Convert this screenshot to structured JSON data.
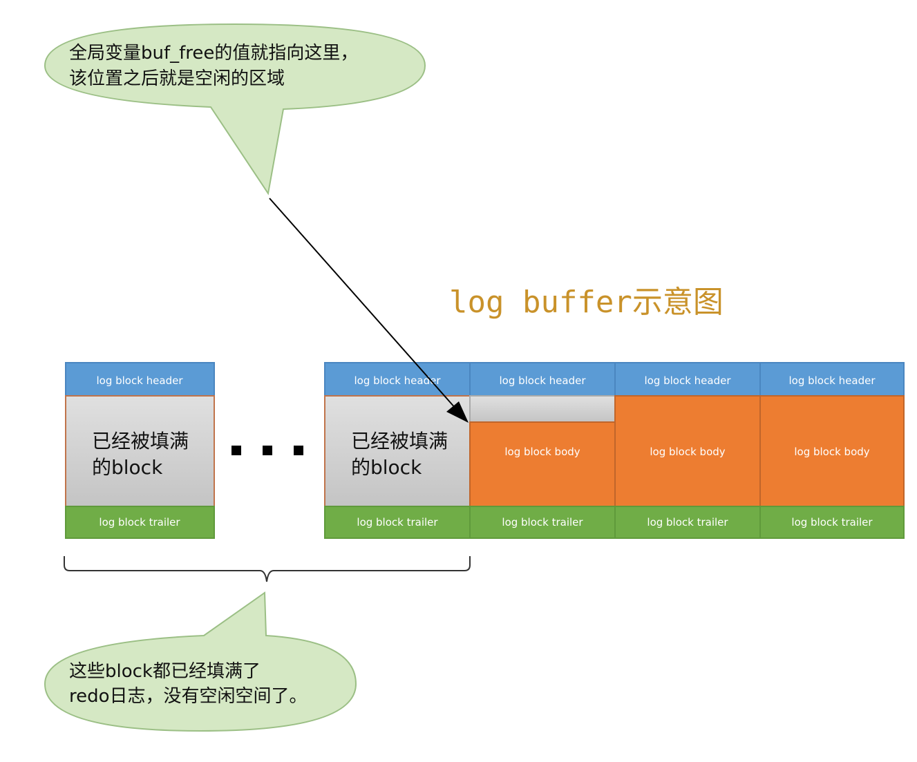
{
  "title": "log buffer示意图",
  "callout_top": {
    "lines": [
      "全局变量buf_free的值就指向这里，",
      "该位置之后就是空闲的区域"
    ]
  },
  "callout_bottom": {
    "lines": [
      "这些block都已经填满了",
      "redo日志，没有空闲空间了。"
    ]
  },
  "ellipsis": "...",
  "block_labels": {
    "header": "log block header",
    "body": "log block body",
    "trailer": "log block trailer",
    "full_line1": "已经被填满",
    "full_line2": "的block"
  },
  "colors": {
    "header": "#5b9bd5",
    "body": "#ed7d31",
    "trailer": "#70ad47",
    "full": "#d0d0d0",
    "callout_fill": "#d5e8c4",
    "title": "#c9922a"
  }
}
